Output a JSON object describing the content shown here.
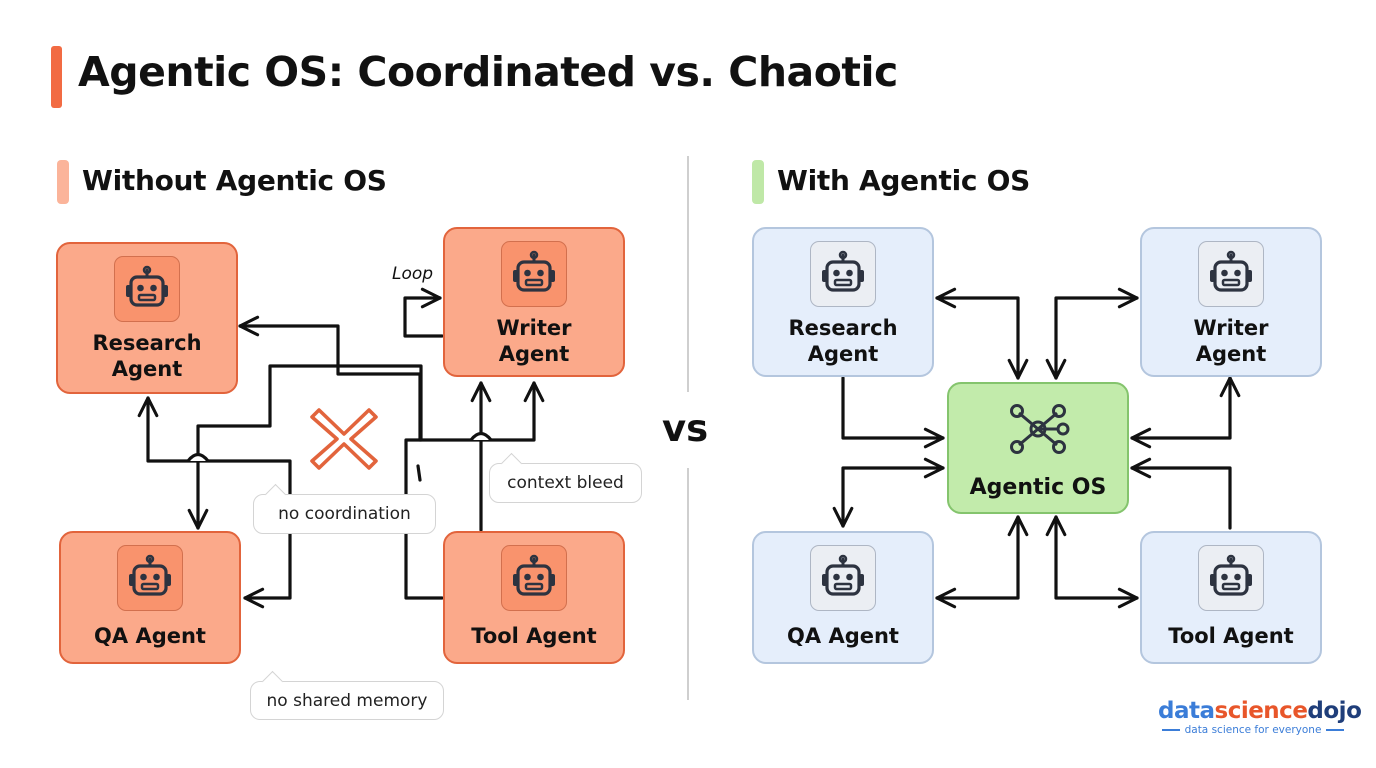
{
  "title": "Agentic OS: Coordinated vs. Chaotic",
  "left_section": {
    "heading": "Without Agentic OS",
    "agents": {
      "research": "Research\nAgent",
      "writer": "Writer\nAgent",
      "qa": "QA Agent",
      "tool": "Tool Agent"
    },
    "loop_label": "Loop",
    "callouts": {
      "no_coordination": "no coordination",
      "context_bleed": "context bleed",
      "no_shared_memory": "no shared memory"
    }
  },
  "vs_label": "vs",
  "right_section": {
    "heading": "With Agentic OS",
    "agents": {
      "research": "Research\nAgent",
      "writer": "Writer\nAgent",
      "qa": "QA Agent",
      "tool": "Tool Agent"
    },
    "hub": "Agentic OS"
  },
  "logo": {
    "part1": "data",
    "part2": "sc",
    "part3": "ience",
    "part4": "dojo",
    "tagline": "data science for everyone"
  },
  "colors": {
    "accent": "#f26b43",
    "chaos_fill": "#fba98a",
    "coord_fill": "#e5eefb",
    "hub_fill": "#c2ebab",
    "without_marker": "#fbb49a",
    "with_marker": "#bfe8a7"
  },
  "icons": {
    "agent": "robot-icon",
    "hub": "network-hub-icon",
    "chaos": "x-mark-icon"
  }
}
